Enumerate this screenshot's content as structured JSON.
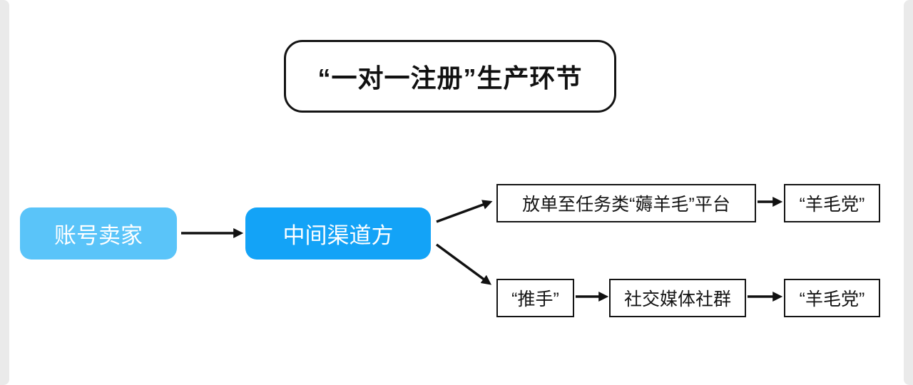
{
  "title": "“一对一注册”生产环节",
  "nodes": {
    "seller": "账号卖家",
    "channel": "中间渠道方",
    "task_platform": "放单至任务类“薅羊毛”平台",
    "wool_party_top": "“羊毛党”",
    "pusher": "“推手”",
    "social_group": "社交媒体社群",
    "wool_party_bottom": "“羊毛党”"
  },
  "colors": {
    "seller_bg": "#5AC4F9",
    "channel_bg": "#13A3F7",
    "arrow": "#111111",
    "border": "#141414"
  }
}
